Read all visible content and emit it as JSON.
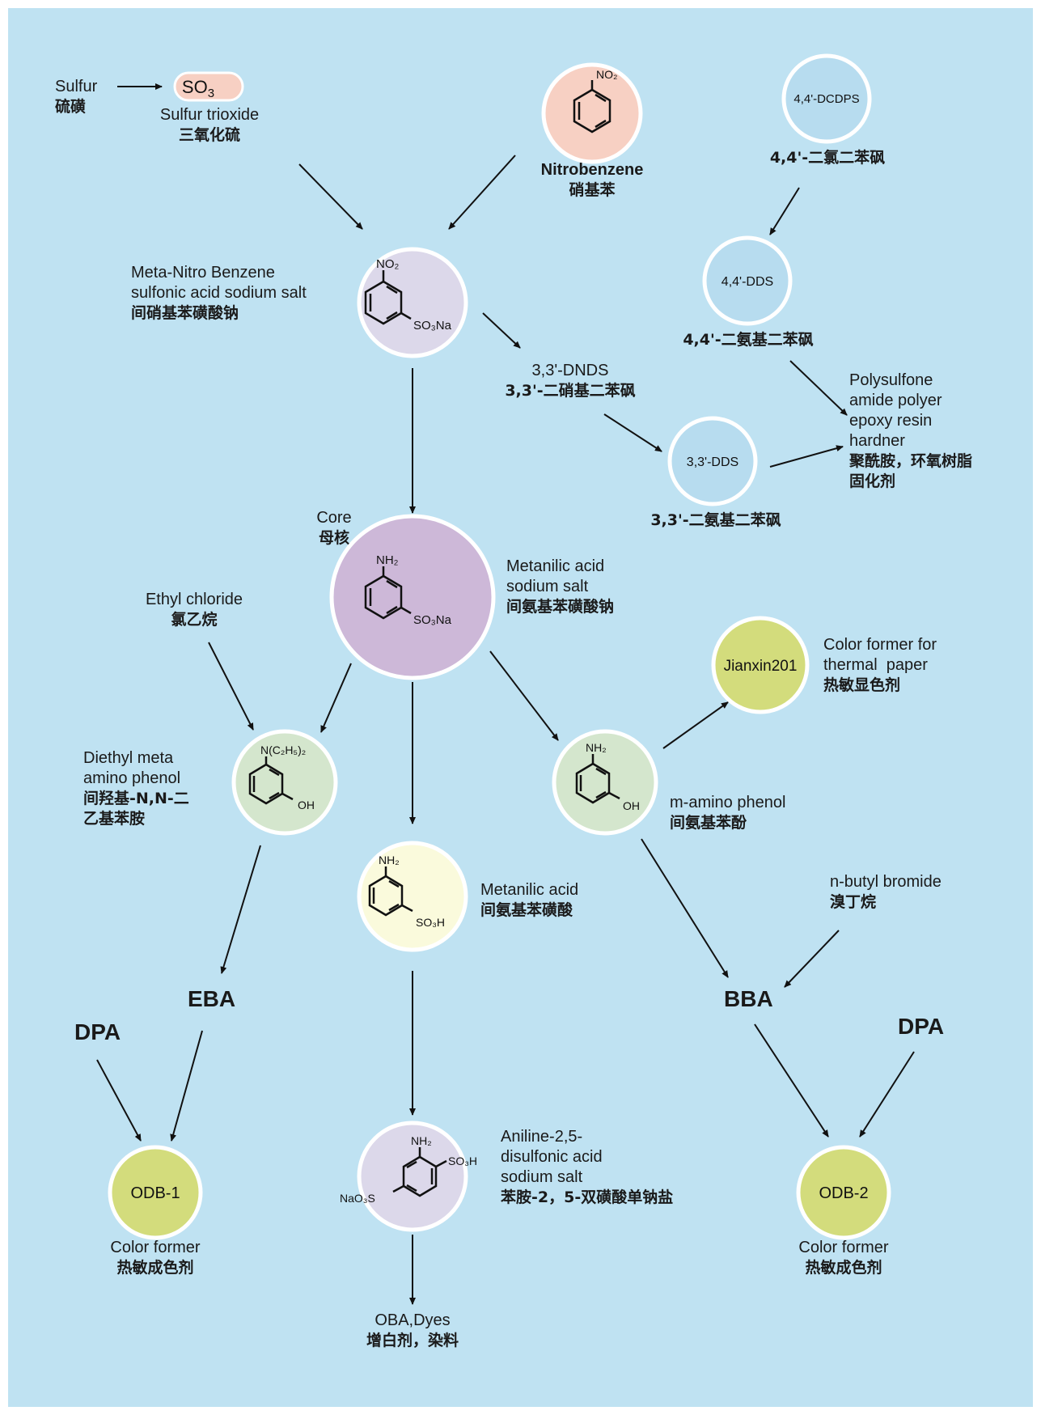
{
  "sulfur": {
    "en": "Sulfur",
    "zh": "硫磺"
  },
  "so3": {
    "formula": "SO",
    "sub": "3",
    "en": "Sulfur trioxide",
    "zh": "三氧化硫"
  },
  "nitrobenzene": {
    "group": "NO₂",
    "en": "Nitrobenzene",
    "zh": "硝基苯"
  },
  "dcdps": {
    "circle": "4,4'-DCDPS",
    "zh": "4,4'-二氯二苯砜"
  },
  "dds44": {
    "circle": "4,4'-DDS",
    "zh": "4,4'-二氨基二苯砜"
  },
  "meta_nitro": {
    "group_top": "NO₂",
    "group_bottom": "SO₃Na",
    "en1": "Meta-Nitro Benzene",
    "en2": "sulfonic acid sodium salt",
    "zh": "间硝基苯磺酸钠"
  },
  "dnds": {
    "en": "3,3'-DNDS",
    "zh": "3,3'-二硝基二苯砜"
  },
  "dds33": {
    "circle": "3,3'-DDS",
    "zh": "3,3'-二氨基二苯砜"
  },
  "polysulfone": {
    "l1": "Polysulfone",
    "l2": "amide polyer",
    "l3": "epoxy resin",
    "l4": "hardner",
    "zh1": "聚酰胺，环氧树脂",
    "zh2": "固化剂"
  },
  "core": {
    "en": "Core",
    "zh": "母核"
  },
  "metanilic_salt": {
    "group_top": "NH₂",
    "group_bottom": "SO₃Na",
    "en1": "Metanilic acid",
    "en2": "sodium salt",
    "zh": "间氨基苯磺酸钠"
  },
  "ethyl_chloride": {
    "en": "Ethyl chloride",
    "zh": "氯乙烷"
  },
  "jianxin": {
    "circle": "Jianxin201",
    "en1": "Color former for",
    "en2": "thermal  paper",
    "zh": "热敏显色剂"
  },
  "diethyl": {
    "group_top": "N(C₂H₅)₂",
    "group_bottom": "OH",
    "en1": "Diethyl meta",
    "en2": "amino phenol",
    "zh1": "间羟基-N,N-二",
    "zh2": "乙基苯胺"
  },
  "m_amino_phenol": {
    "group_top": "NH₂",
    "group_bottom": "OH",
    "en": "m-amino phenol",
    "zh": "间氨基苯酚"
  },
  "metanilic_acid": {
    "group_top": "NH₂",
    "group_bottom": "SO₃H",
    "en": "Metanilic acid",
    "zh": "间氨基苯磺酸"
  },
  "n_butyl": {
    "en": "n-butyl bromide",
    "zh": "溴丁烷"
  },
  "eba": "EBA",
  "bba": "BBA",
  "dpa_left": "DPA",
  "dpa_right": "DPA",
  "aniline_25": {
    "group_top": "NH₂",
    "group_right": "SO₃H",
    "group_left": "NaO₃S",
    "en1": "Aniline-2,5-",
    "en2": "disulfonic acid",
    "en3": "sodium salt",
    "zh": "苯胺-2，5-双磺酸单钠盐"
  },
  "odb1": {
    "circle": "ODB-1",
    "en": "Color former",
    "zh": "热敏成色剂"
  },
  "odb2": {
    "circle": "ODB-2",
    "en": "Color former",
    "zh": "热敏成色剂"
  },
  "oba": {
    "en": "OBA,Dyes",
    "zh": "增白剂，染料"
  },
  "colors": {
    "background": "#bfe2f2",
    "pink": "#f7d0c3",
    "blue": "#b7dcef",
    "lavender": "#dcd8ea",
    "purple": "#cdb8d8",
    "green_light": "#d4e6cd",
    "yellow": "#fafadc",
    "lime": "#d3dc7c"
  }
}
